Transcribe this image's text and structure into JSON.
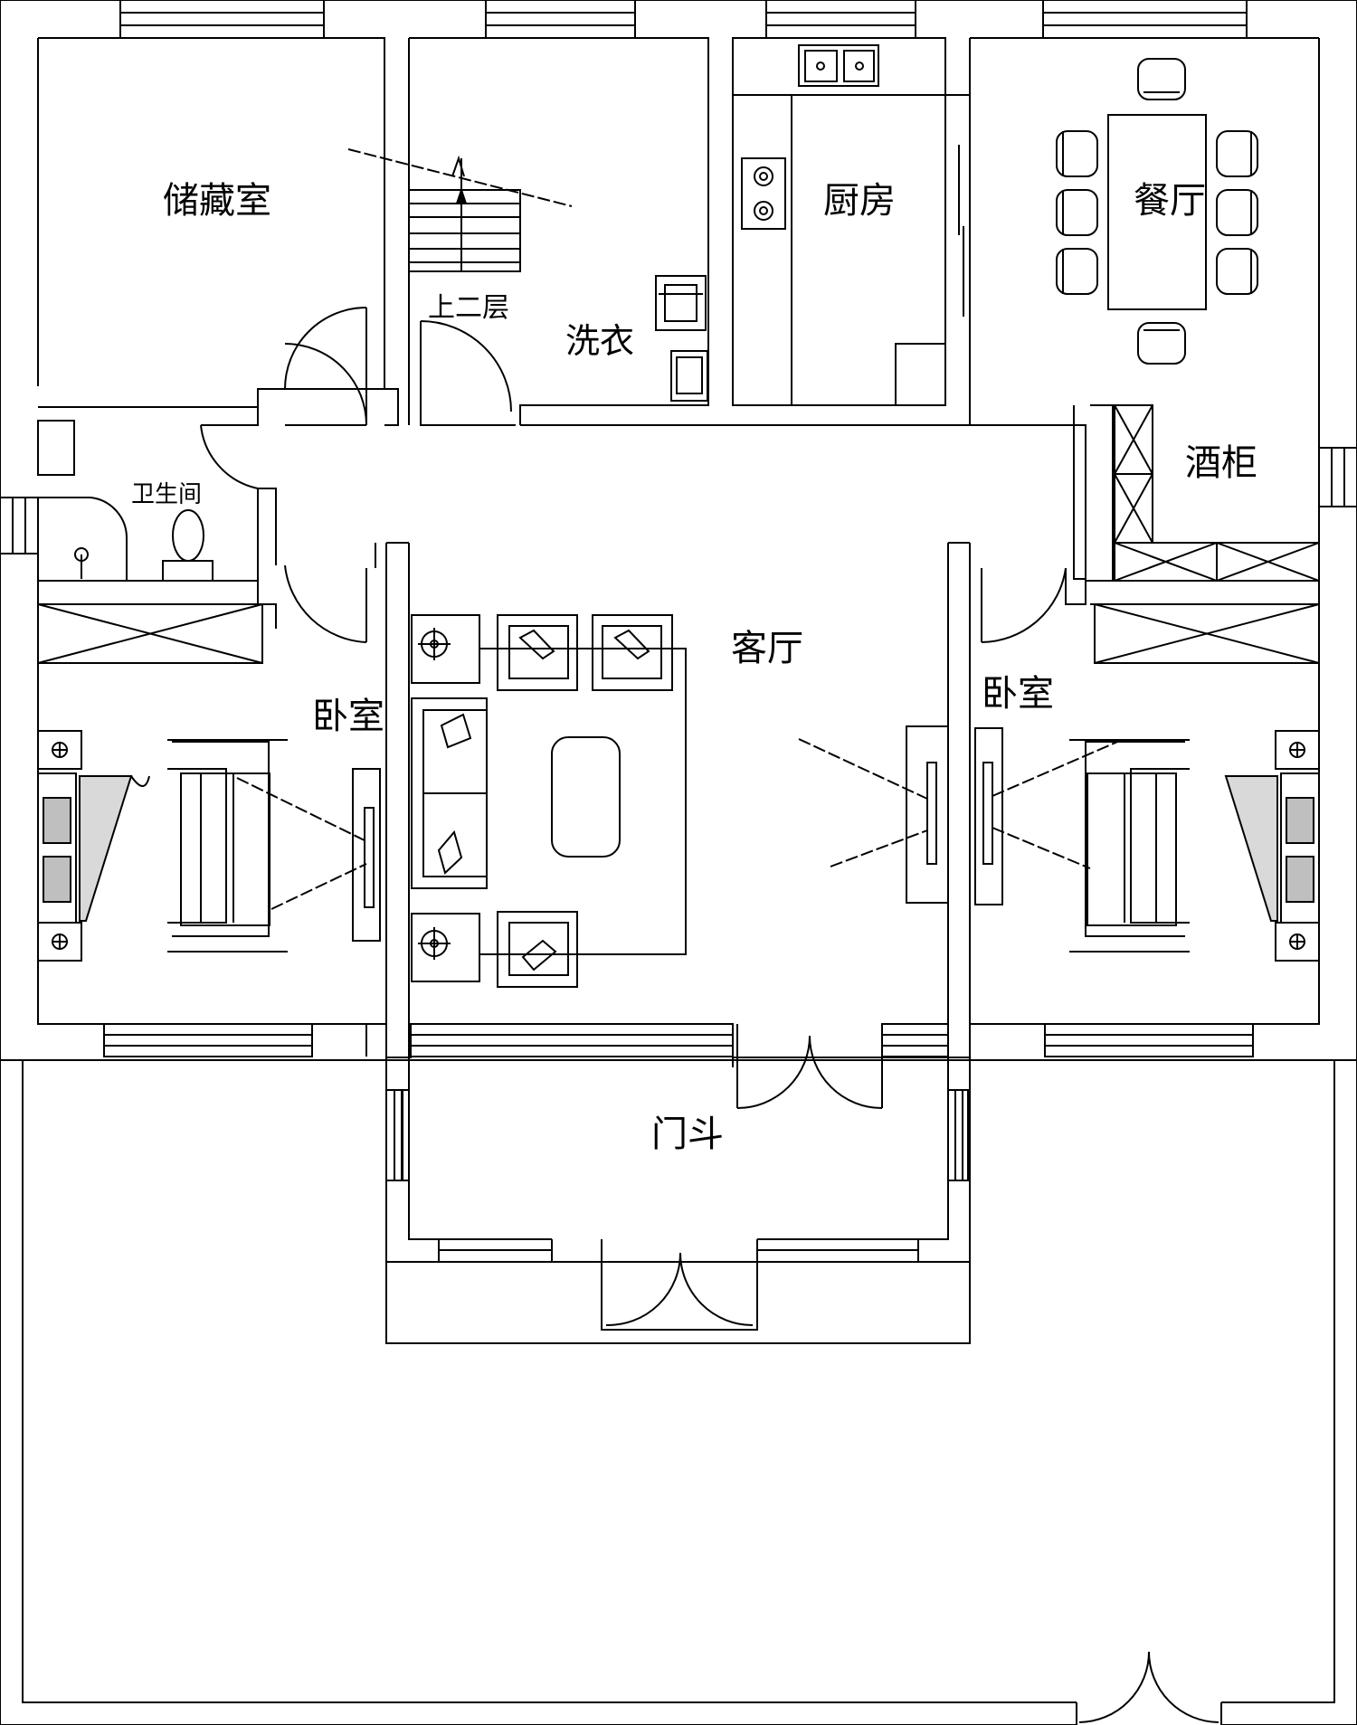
{
  "rooms": {
    "storage": "储藏室",
    "stairs": "上二层",
    "laundry": "洗衣",
    "kitchen": "厨房",
    "dining": "餐厅",
    "bathroom": "卫生间",
    "wine_cabinet": "酒柜",
    "living_room": "客厅",
    "bedroom_left": "卧室",
    "bedroom_right": "卧室",
    "vestibule": "门斗"
  },
  "colors": {
    "line": "#000000",
    "background": "#ffffff"
  }
}
